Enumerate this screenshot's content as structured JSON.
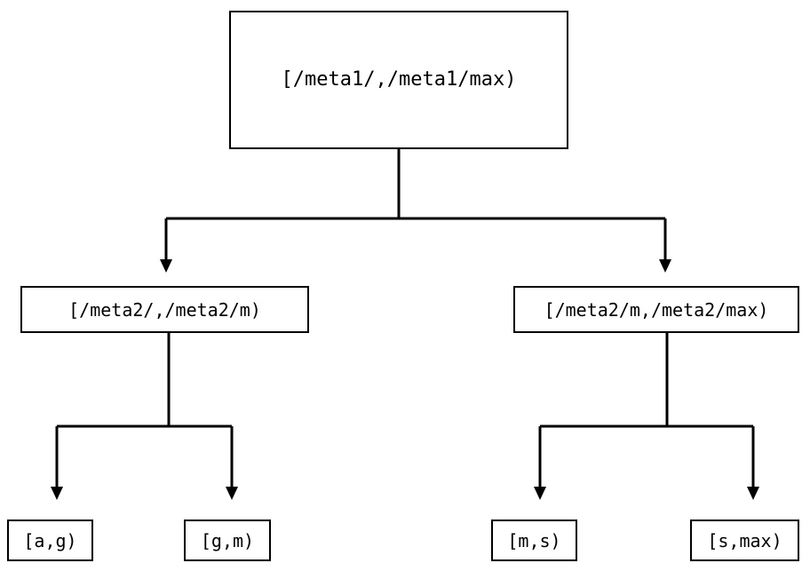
{
  "diagram": {
    "type": "tree",
    "title": "",
    "background_color": "#ffffff",
    "line_color": "#000000",
    "text_color": "#000000",
    "node_border_color": "#000000",
    "node_fill_color": "#ffffff",
    "edge_style": "orthogonal-with-arrowhead",
    "arrowhead": "filled-triangle-down",
    "levels": 3,
    "node_count": 7,
    "nodes": {
      "root": {
        "id": "root",
        "label": "[/meta1/,/meta1/max)",
        "level": 0
      },
      "left_mid": {
        "id": "left_mid",
        "label": "[/meta2/,/meta2/m)",
        "level": 1
      },
      "right_mid": {
        "id": "right_mid",
        "label": "[/meta2/m,/meta2/max)",
        "level": 1
      },
      "leaf_ag": {
        "id": "leaf_ag",
        "label": "[a,g)",
        "level": 2
      },
      "leaf_gm": {
        "id": "leaf_gm",
        "label": "[g,m)",
        "level": 2
      },
      "leaf_ms": {
        "id": "leaf_ms",
        "label": "[m,s)",
        "level": 2
      },
      "leaf_smax": {
        "id": "leaf_smax",
        "label": "[s,max)",
        "level": 2
      }
    },
    "edges": [
      {
        "from": "root",
        "to": "left_mid"
      },
      {
        "from": "root",
        "to": "right_mid"
      },
      {
        "from": "left_mid",
        "to": "leaf_ag"
      },
      {
        "from": "left_mid",
        "to": "leaf_gm"
      },
      {
        "from": "right_mid",
        "to": "leaf_ms"
      },
      {
        "from": "right_mid",
        "to": "leaf_smax"
      }
    ]
  }
}
